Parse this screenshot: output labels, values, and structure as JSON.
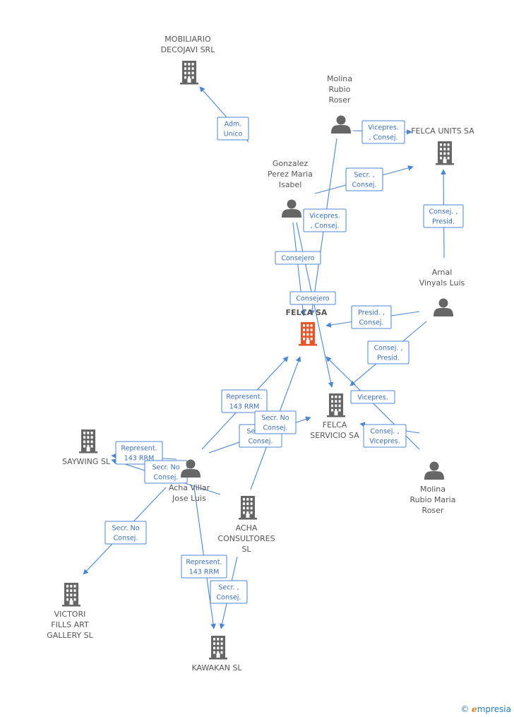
{
  "nodes": [
    {
      "id": "felca",
      "kind": "company",
      "color": "#e8552a",
      "label": [
        "FELCA SA"
      ]
    },
    {
      "id": "mobiliario",
      "kind": "company",
      "color": "#666666",
      "label": [
        "MOBILIARIO",
        "DECOJAVI SRL"
      ]
    },
    {
      "id": "felca_units",
      "kind": "company",
      "color": "#666666",
      "label": [
        "FELCA UNITS SA"
      ]
    },
    {
      "id": "felca_servicio",
      "kind": "company",
      "color": "#666666",
      "label": [
        "FELCA",
        "SERVICIO SA"
      ]
    },
    {
      "id": "saywing",
      "kind": "company",
      "color": "#666666",
      "label": [
        "SAYWING SL"
      ]
    },
    {
      "id": "acha_consultores",
      "kind": "company",
      "color": "#666666",
      "label": [
        "ACHA",
        "CONSULTORES",
        "SL"
      ]
    },
    {
      "id": "victori",
      "kind": "company",
      "color": "#666666",
      "label": [
        "VICTORI",
        "FILLS ART",
        "GALLERY SL"
      ]
    },
    {
      "id": "kawakan",
      "kind": "company",
      "color": "#666666",
      "label": [
        "KAWAKAN SL"
      ]
    },
    {
      "id": "molina_rubio_roser",
      "kind": "person",
      "color": "#666666",
      "label": [
        "Molina",
        "Rubio",
        "Roser"
      ]
    },
    {
      "id": "gonzalez",
      "kind": "person",
      "color": "#666666",
      "label": [
        "Gonzalez",
        "Perez Maria",
        "Isabel"
      ]
    },
    {
      "id": "arnal",
      "kind": "person",
      "color": "#666666",
      "label": [
        "Arnal",
        "Vinyals Luis"
      ]
    },
    {
      "id": "acha_villar",
      "kind": "person",
      "color": "#666666",
      "label": [
        "Acha Villar",
        "Jose Luis"
      ]
    },
    {
      "id": "molina_maria",
      "kind": "person",
      "color": "#666666",
      "label": [
        "Molina",
        "Rubio Maria",
        "Roser"
      ]
    }
  ],
  "edges": [
    {
      "from": "gonzalez",
      "to": "mobiliario",
      "label": [
        "Adm.",
        "Unico"
      ]
    },
    {
      "from": "molina_rubio_roser",
      "to": "felca_units",
      "label": [
        "Vicepres.",
        ", Consej."
      ]
    },
    {
      "from": "gonzalez",
      "to": "felca_units",
      "label": [
        "Secr. ,",
        "Consej."
      ]
    },
    {
      "from": "molina_rubio_roser",
      "to": "felca",
      "label": [
        "Vicepres.",
        ", Consej."
      ]
    },
    {
      "from": "gonzalez",
      "to": "felca",
      "label": [
        "Consejero"
      ]
    },
    {
      "from": "gonzalez",
      "to": "felca_servicio",
      "label": [
        "Consejero"
      ]
    },
    {
      "from": "arnal",
      "to": "felca_units",
      "label": [
        "Consej. ,",
        "Presid."
      ]
    },
    {
      "from": "arnal",
      "to": "felca",
      "label": [
        "Presid. ,",
        "Consej."
      ]
    },
    {
      "from": "arnal",
      "to": "felca_servicio",
      "label": [
        "Consej. ,",
        "Presid."
      ]
    },
    {
      "from": "molina_maria",
      "to": "felca",
      "label": [
        "Vicepres."
      ]
    },
    {
      "from": "molina_maria",
      "to": "felca_servicio",
      "label": [
        "Consej. ,",
        "Vicepres."
      ]
    },
    {
      "from": "acha_villar",
      "to": "felca",
      "label": [
        "Represent.",
        "143 RRM"
      ]
    },
    {
      "from": "acha_villar",
      "to": "felca_servicio",
      "label": [
        "Secr. No",
        "Consej."
      ]
    },
    {
      "from": "acha_consultores",
      "to": "felca",
      "label": [
        "Secr. No",
        "Consej."
      ]
    },
    {
      "from": "acha_consultores",
      "to": "saywing",
      "label": [
        "Represent.",
        "143 RRM"
      ]
    },
    {
      "from": "acha_villar",
      "to": "saywing",
      "label": [
        "Secr. No",
        "Consej."
      ]
    },
    {
      "from": "acha_villar",
      "to": "victori",
      "label": [
        "Secr. No",
        "Consej."
      ]
    },
    {
      "from": "acha_villar",
      "to": "kawakan",
      "label": [
        "Represent.",
        "143 RRM"
      ]
    },
    {
      "from": "acha_consultores",
      "to": "kawakan",
      "label": [
        "Secr. ,",
        "Consej."
      ]
    }
  ],
  "watermark": {
    "copyright": "©",
    "brand_initial": "e",
    "brand_rest": "mpresia"
  }
}
